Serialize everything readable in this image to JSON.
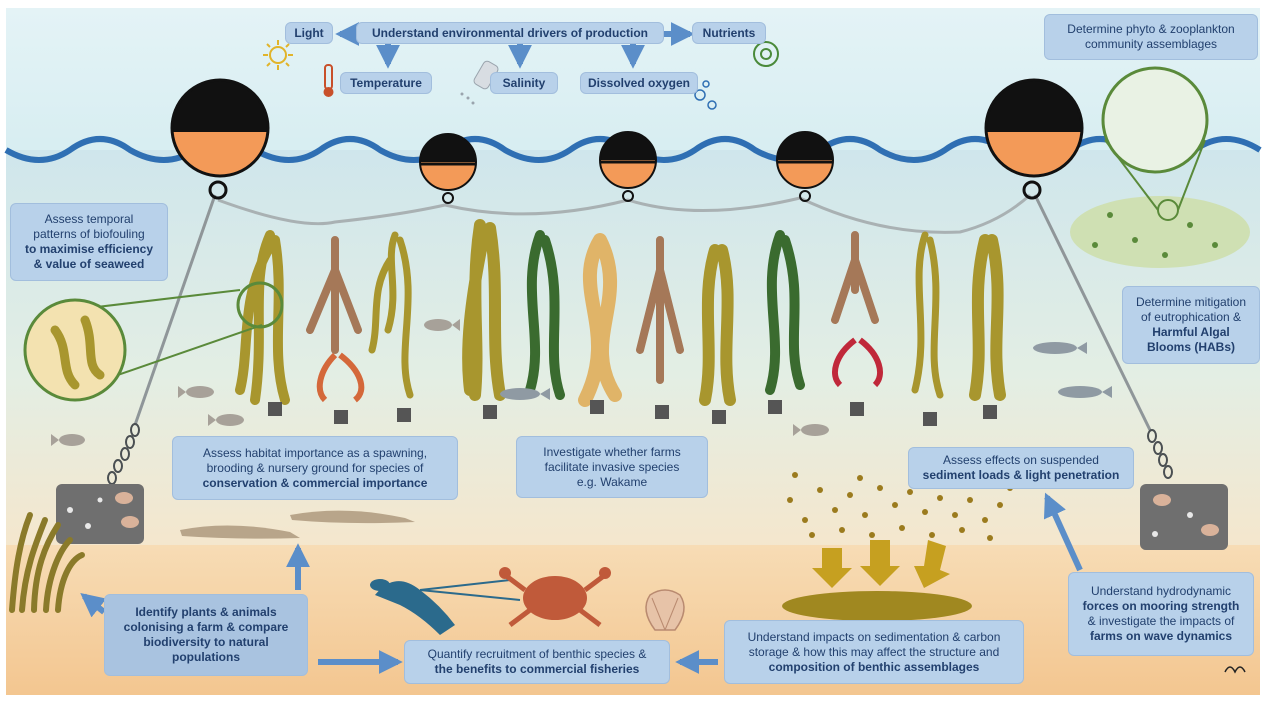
{
  "drivers": {
    "main": "Understand environmental drivers of production",
    "light": "Light",
    "nutrients": "Nutrients",
    "temperature": "Temperature",
    "salinity": "Salinity",
    "dissolved_oxygen": "Dissolved oxygen"
  },
  "plankton": {
    "line1": "Determine phyto & zooplankton",
    "line2": "community assemblages"
  },
  "biofouling": {
    "line1": "Assess temporal",
    "line2": "patterns of biofouling",
    "line3": "to maximise efficiency",
    "line4": "& value of seaweed"
  },
  "eutrophication": {
    "line1": "Determine mitigation",
    "line2": "of eutrophication &",
    "line3": "Harmful Algal",
    "line4": "Blooms (HABs)"
  },
  "habitat": {
    "line1": "Assess habitat importance as a spawning,",
    "line2": "brooding & nursery ground for species of",
    "line3": "conservation & commercial importance"
  },
  "invasive": {
    "line1": "Investigate whether farms",
    "line2": "facilitate invasive species",
    "line3": "e.g. Wakame"
  },
  "sediment_loads": {
    "line1": "Assess effects on suspended",
    "line2": "sediment loads & light penetration"
  },
  "identify": {
    "line1": "Identify plants & animals",
    "line2": "colonising a farm & compare",
    "line3": "biodiversity to natural",
    "line4": "populations"
  },
  "recruitment": {
    "line1": "Quantify recruitment of benthic species &",
    "line2": "the benefits to commercial fisheries"
  },
  "sedimentation": {
    "line1": "Understand impacts on sedimentation & carbon",
    "line2": "storage & how this may affect the structure and",
    "line3": "composition of benthic assemblages"
  },
  "hydrodynamic": {
    "line1": "Understand hydrodynamic",
    "line2": "forces on mooring strength",
    "line3": "& investigate the impacts of",
    "line4": "farms on wave dynamics"
  },
  "colors": {
    "box": "#b8d1ea",
    "box_text": "#22406e",
    "arrow": "#5b8ec9",
    "sea": "#2f6fb3",
    "sediment": "#f5cfa0",
    "buoy_orange": "#f39a58"
  }
}
